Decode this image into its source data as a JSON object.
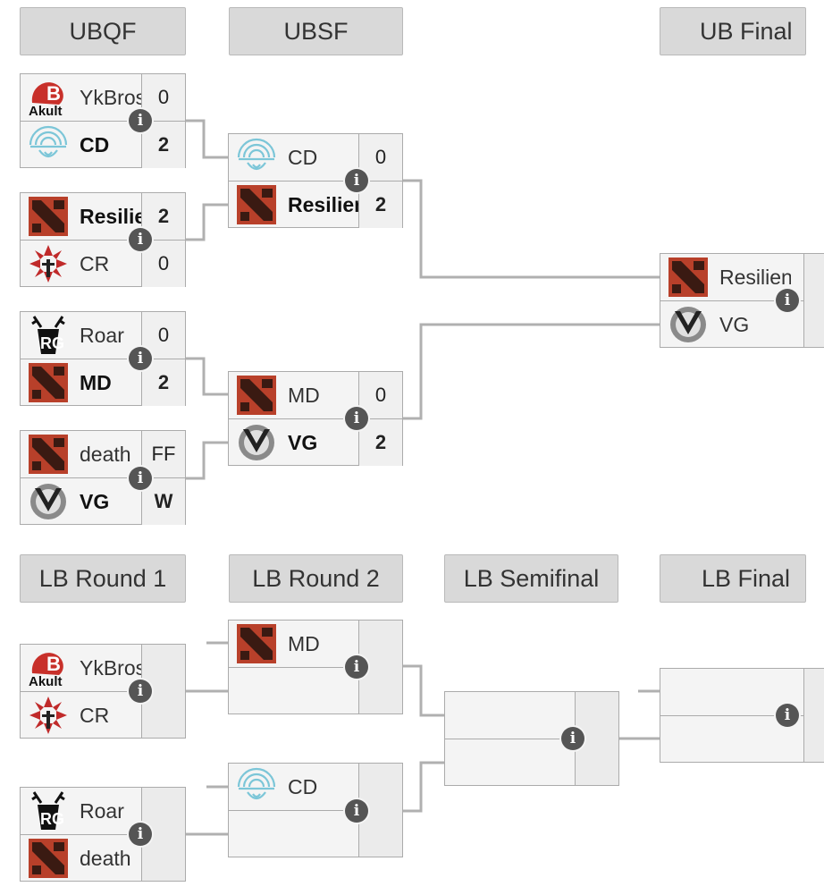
{
  "headers": {
    "ubqf": "UBQF",
    "ubsf": "UBSF",
    "ubfinal": "UB Final",
    "lbr1": "LB Round 1",
    "lbr2": "LB Round 2",
    "lbsemi": "LB Semifinal",
    "lbfinal": "LB Final"
  },
  "info_glyph": "i",
  "colors": {
    "dota_red": "#b8402a",
    "line": "#b0b0b0",
    "cd_blue": "#7cc6d8"
  },
  "upper": {
    "qf1": {
      "t1": "YkBros",
      "s1": "0",
      "t2": "CD",
      "s2": "2",
      "logo1": "akult-logo",
      "logo2": "cd-logo"
    },
    "qf2": {
      "t1": "Resilience",
      "s1": "2",
      "t2": "CR",
      "s2": "0",
      "logo1": "dota-logo",
      "logo2": "cr-logo"
    },
    "qf3": {
      "t1": "Roar",
      "s1": "0",
      "t2": "MD",
      "s2": "2",
      "logo1": "roar-logo",
      "logo2": "dota-logo"
    },
    "qf4": {
      "t1": "death",
      "s1": "FF",
      "t2": "VG",
      "s2": "W",
      "logo1": "dota-logo",
      "logo2": "vg-logo"
    },
    "sf1": {
      "t1": "CD",
      "s1": "0",
      "t2": "Resilience",
      "s2": "2",
      "logo1": "cd-logo",
      "logo2": "dota-logo"
    },
    "sf2": {
      "t1": "MD",
      "s1": "0",
      "t2": "VG",
      "s2": "2",
      "logo1": "dota-logo",
      "logo2": "vg-logo"
    },
    "final": {
      "t1": "Resilience",
      "t2": "VG",
      "logo1": "dota-logo",
      "logo2": "vg-logo"
    }
  },
  "lower": {
    "r1a": {
      "t1": "YkBros",
      "t2": "CR"
    },
    "r1b": {
      "t1": "Roar",
      "t2": "death"
    },
    "r2a": {
      "t1": "MD"
    },
    "r2b": {
      "t1": "CD"
    }
  }
}
